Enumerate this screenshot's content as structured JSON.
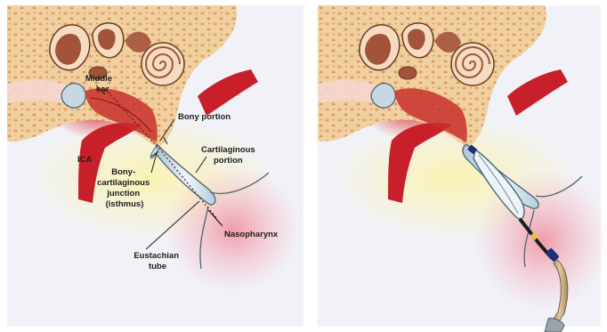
{
  "labels": {
    "middle_ear": [
      "Middle",
      "ear"
    ],
    "ica": "ICA",
    "bony_portion": "Bony portion",
    "cartilaginous_portion": [
      "Cartilaginous",
      "portion"
    ],
    "isthmus": [
      "Bony-",
      "cartilaginous",
      "junction",
      "(isthmus)"
    ],
    "eustachian_tube": [
      "Eustachian",
      "tube"
    ],
    "nasopharynx": "Nasopharynx"
  },
  "colors": {
    "background": "#f1f2f8",
    "bone": "#f2cf9f",
    "bone_pores": "#dba36d",
    "cochlea": "#a4533b",
    "artery": "#c8202a",
    "tube": "#cfe0ec",
    "tube_outline": "#4d6573",
    "catheter": "#c8a77e",
    "balloon_marker": "#1d2f78"
  }
}
